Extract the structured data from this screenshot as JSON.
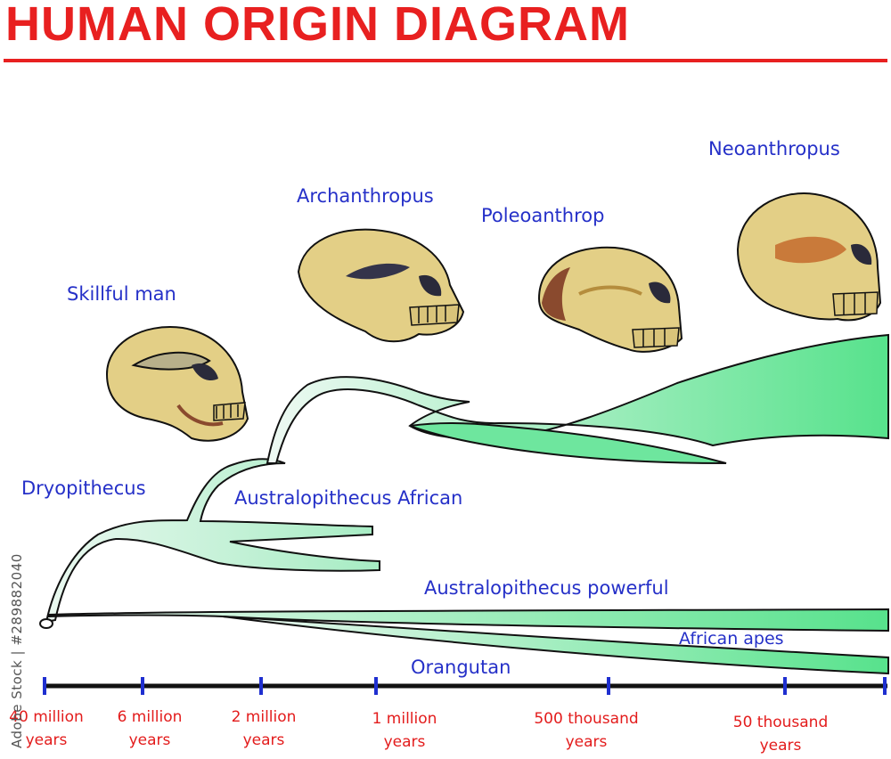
{
  "title": "HUMAN ORIGIN DIAGRAM",
  "colors": {
    "title": "#e82020",
    "species_label": "#2530c8",
    "timeline_label": "#e31c1c",
    "branch_fill_light": "#e6f7ef",
    "branch_fill_dark": "#59e38f",
    "skull_bone": "#e3cf86",
    "skull_shadow": "#8a4a2e"
  },
  "species": {
    "neoanthropus": "Neoanthropus",
    "archanthropus": "Archanthropus",
    "poleoanthrop": "Poleoanthrop",
    "skillful_man": "Skillful man",
    "dryopithecus": "Dryopithecus",
    "australopithecus_african": "Australopithecus African",
    "australopithecus_powerful": "Australopithecus powerful",
    "african_apes": "African apes",
    "orangutan": "Orangutan"
  },
  "timeline": [
    {
      "line1": "40 million",
      "line2": "years"
    },
    {
      "line1": "6 million",
      "line2": "years"
    },
    {
      "line1": "2 million",
      "line2": "years"
    },
    {
      "line1": "1 million",
      "line2": "years"
    },
    {
      "line1": "500 thousand",
      "line2": "years"
    },
    {
      "line1": "50 thousand",
      "line2": "years"
    }
  ],
  "watermark": "Adobe Stock | #289882040"
}
